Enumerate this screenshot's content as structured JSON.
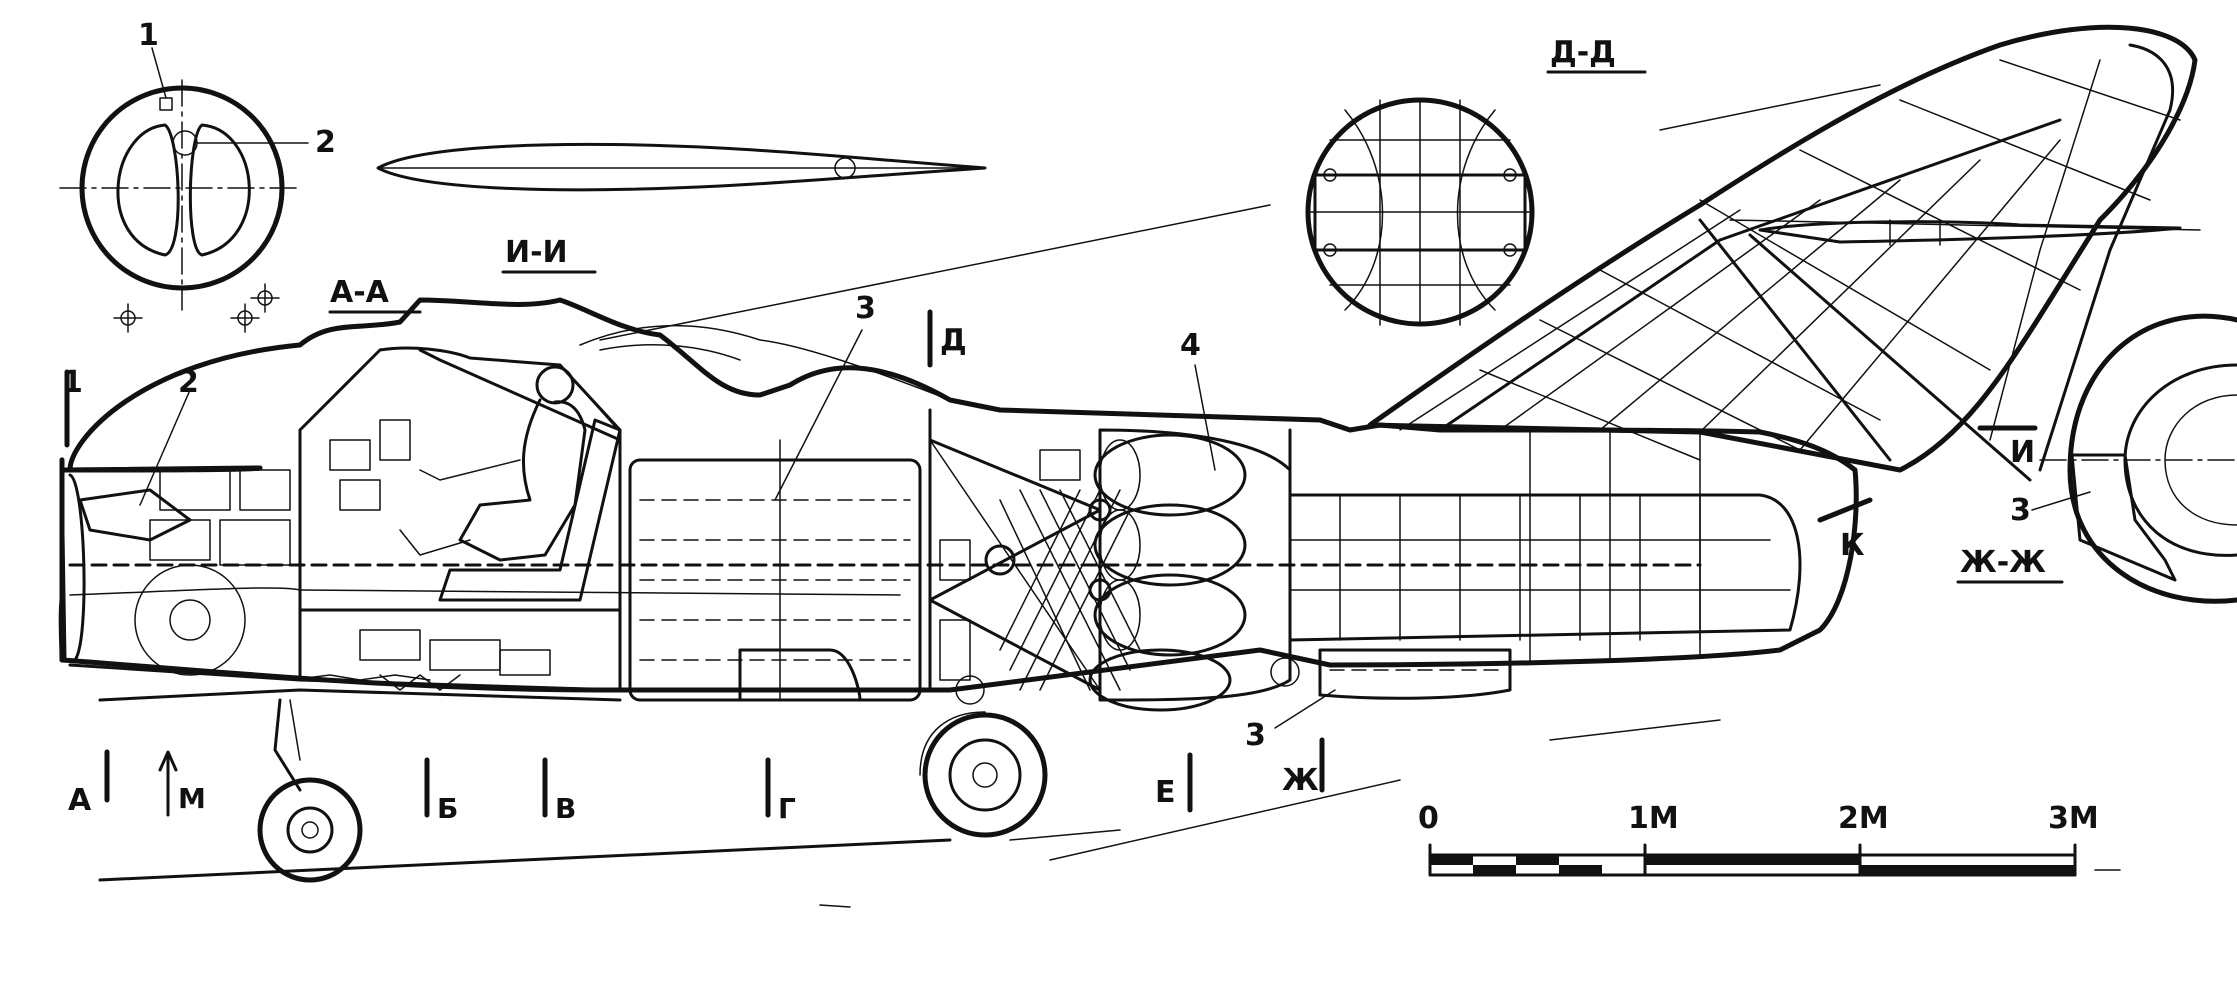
{
  "sections": {
    "aa": "А-А",
    "ii": "И-И",
    "dd": "Д-Д",
    "zhzh": "Ж-Ж"
  },
  "callouts": {
    "aa_1": "1",
    "aa_2": "2",
    "nose_1": "1",
    "nose_2": "2",
    "fuel_tank_3": "3",
    "engine_4": "4",
    "lower_tank_3": "3",
    "zhzh_3": "3"
  },
  "cut_marks": {
    "a": "А",
    "m": "М",
    "b": "Б",
    "v": "В",
    "g": "Г",
    "d": "Д",
    "e": "Е",
    "zh": "Ж",
    "i": "И",
    "k": "К"
  },
  "scale": {
    "ticks": [
      "0",
      "1М",
      "2М",
      "3М"
    ],
    "max_m": 3
  }
}
